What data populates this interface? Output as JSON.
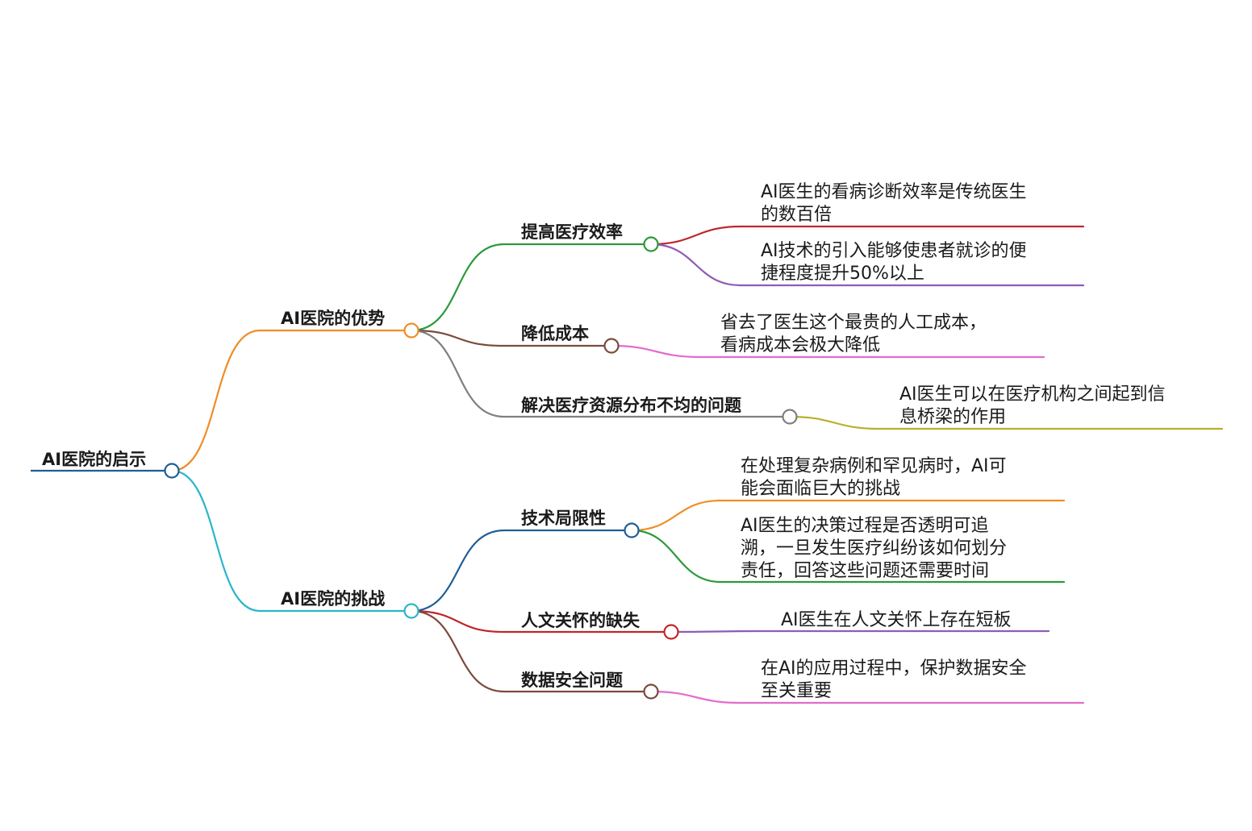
{
  "colors": {
    "background": "#ffffff",
    "root": "#1f5f95",
    "advantages": "#f08c26",
    "challenges": "#28b6c9",
    "efficiency": "#2a9a3a",
    "cost": "#7b4a3c",
    "resources": "#7f7f7f",
    "tech": "#1f5f95",
    "humanity": "#c0262c",
    "data_security": "#7b4a3c",
    "leaf_red": "#c0262c",
    "leaf_purple": "#8e5bb5",
    "leaf_pink": "#e26ccc",
    "leaf_olive": "#b7b12a",
    "leaf_orange": "#f08c26",
    "leaf_green": "#2a9a3a",
    "leaf_violet": "#8e5bb5"
  },
  "root": {
    "label": "AI医院的启示"
  },
  "branches": [
    {
      "label": "AI医院的优势",
      "children": [
        {
          "label": "提高医疗效率",
          "leaves": [
            {
              "lines": [
                "AI医生的看病诊断效率是传统医生",
                "的数百倍"
              ]
            },
            {
              "lines": [
                "AI技术的引入能够使患者就诊的便",
                "捷程度提升50%以上"
              ]
            }
          ]
        },
        {
          "label": "降低成本",
          "leaves": [
            {
              "lines": [
                "省去了医生这个最贵的人工成本，",
                "看病成本会极大降低"
              ]
            }
          ]
        },
        {
          "label": "解决医疗资源分布不均的问题",
          "leaves": [
            {
              "lines": [
                "AI医生可以在医疗机构之间起到信",
                "息桥梁的作用"
              ]
            }
          ]
        }
      ]
    },
    {
      "label": "AI医院的挑战",
      "children": [
        {
          "label": "技术局限性",
          "leaves": [
            {
              "lines": [
                "在处理复杂病例和罕见病时，AI可",
                "能会面临巨大的挑战"
              ]
            },
            {
              "lines": [
                "AI医生的决策过程是否透明可追",
                "溯，一旦发生医疗纠纷该如何划分",
                "责任，回答这些问题还需要时间"
              ]
            }
          ]
        },
        {
          "label": "人文关怀的缺失",
          "leaves": [
            {
              "lines": [
                "AI医生在人文关怀上存在短板"
              ]
            }
          ]
        },
        {
          "label": "数据安全问题",
          "leaves": [
            {
              "lines": [
                "在AI的应用过程中，保护数据安全",
                "至关重要"
              ]
            }
          ]
        }
      ]
    }
  ]
}
